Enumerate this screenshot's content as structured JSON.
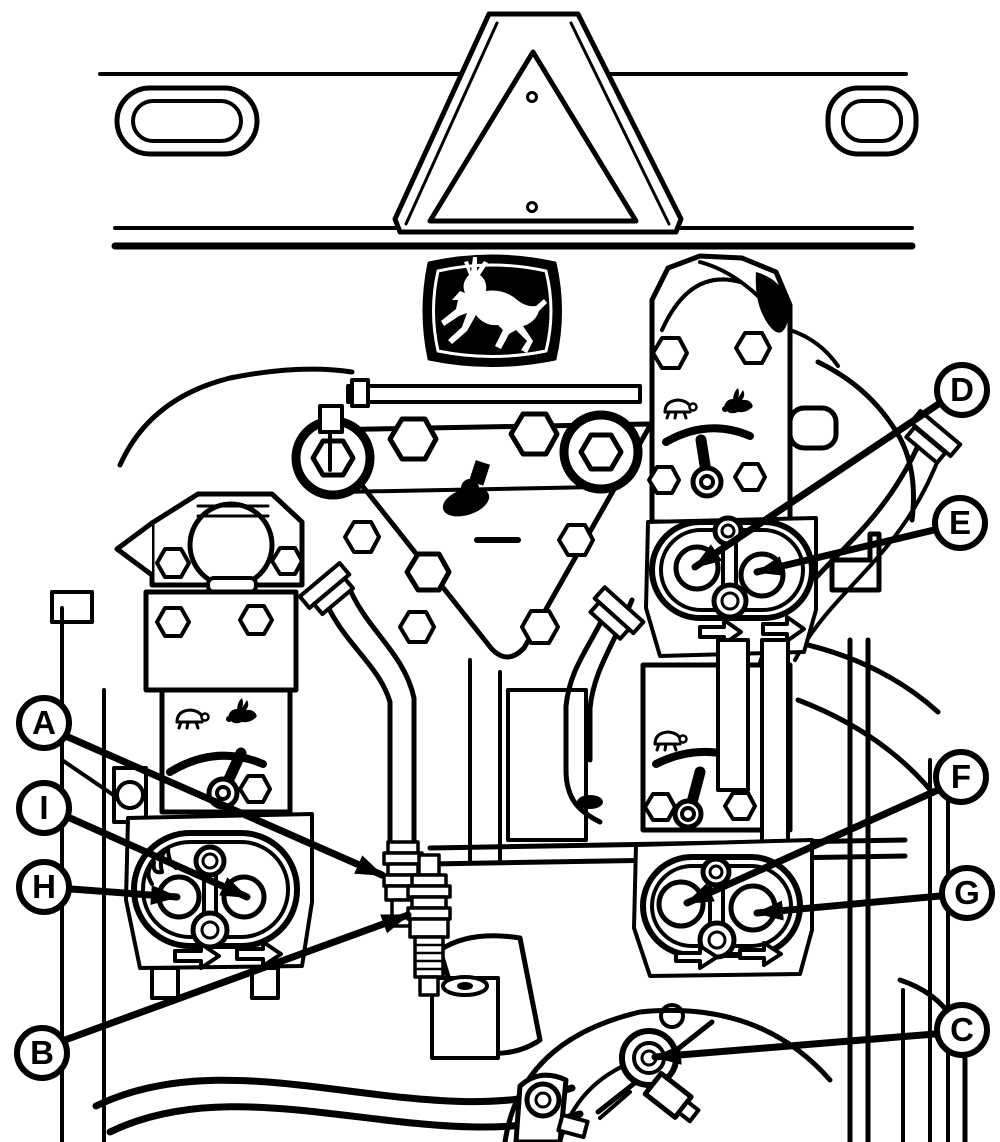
{
  "diagram": {
    "kind": "technical-line-drawing",
    "colors": {
      "line": "#000000",
      "background": "#ffffff"
    },
    "callouts": {
      "a": {
        "letter": "A"
      },
      "b": {
        "letter": "B"
      },
      "c": {
        "letter": "C"
      },
      "d": {
        "letter": "D"
      },
      "e": {
        "letter": "E"
      },
      "f": {
        "letter": "F"
      },
      "g": {
        "letter": "G"
      },
      "h": {
        "letter": "H"
      },
      "i": {
        "letter": "I"
      }
    },
    "icons": [
      "smv-triangle-emblem",
      "leaping-deer-logo",
      "turtle-slow-flow-icon",
      "rabbit-fast-flow-icon",
      "flow-direction-arrow",
      "coupler-port",
      "grease-fitting"
    ]
  }
}
